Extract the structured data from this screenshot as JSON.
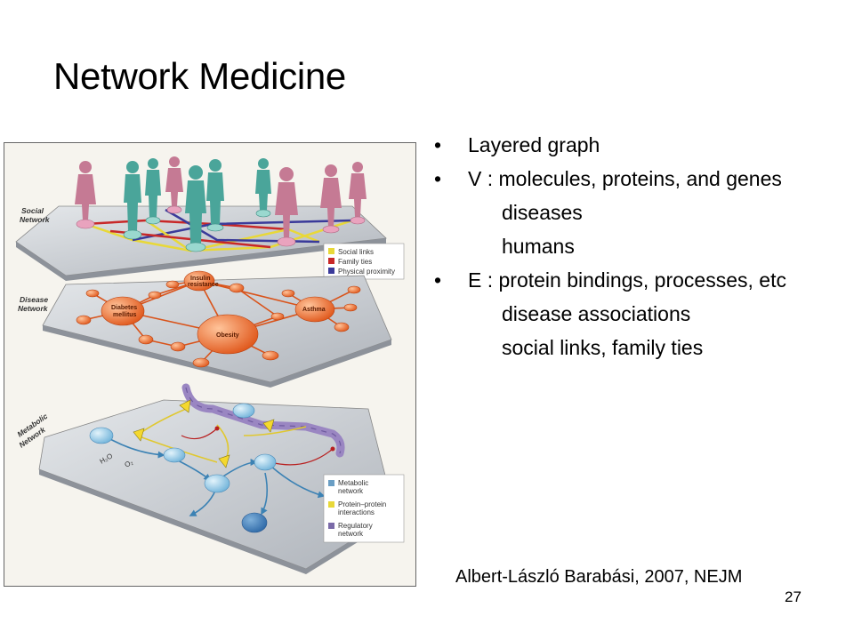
{
  "slide": {
    "title": "Network Medicine",
    "bullets": [
      {
        "marker": "•",
        "text": "Layered graph",
        "level": 0
      },
      {
        "marker": "•",
        "text": "V : molecules, proteins, and genes",
        "level": 0
      },
      {
        "marker": "",
        "text": "diseases",
        "level": 1
      },
      {
        "marker": "",
        "text": "humans",
        "level": 1
      },
      {
        "marker": "•",
        "text": "E : protein bindings, processes, etc",
        "level": 0
      },
      {
        "marker": "",
        "text": "disease associations",
        "level": 1
      },
      {
        "marker": "",
        "text": "social links, family ties",
        "level": 1
      }
    ],
    "citation": "Albert-László Barabási, 2007, NEJM",
    "page_number": "27"
  },
  "figure": {
    "layer_labels": {
      "social_1": "Social",
      "social_2": "Network",
      "disease_1": "Disease",
      "disease_2": "Network",
      "metabolic_1": "Metabolic",
      "metabolic_2": "Network"
    },
    "social_legend": [
      {
        "label": "Social links",
        "color": "#e8d838"
      },
      {
        "label": "Family ties",
        "color": "#c82828"
      },
      {
        "label": "Physical proximity",
        "color": "#3a3a9a"
      }
    ],
    "metabolic_legend": [
      {
        "label": "Metabolic",
        "label2": "network",
        "color": "#6a9ec4"
      },
      {
        "label": "Protein–protein",
        "label2": "interactions",
        "color": "#e8d838"
      },
      {
        "label": "Regulatory",
        "label2": "network",
        "color": "#7a6aa8"
      }
    ],
    "disease_nodes": {
      "insulin_1": "Insulin",
      "insulin_2": "resistance",
      "diabetes_1": "Diabetes",
      "diabetes_2": "mellitus",
      "asthma": "Asthma",
      "obesity": "Obesity"
    },
    "molecule_labels": {
      "h2o": "H₂O",
      "o2": "O₂"
    },
    "colors": {
      "female_figure": "#c57a94",
      "male_figure": "#4aa59a",
      "disease_node": "#f07a3a",
      "metabolic_node": "#8ec8e6",
      "plane": "#c8ccd2"
    }
  }
}
